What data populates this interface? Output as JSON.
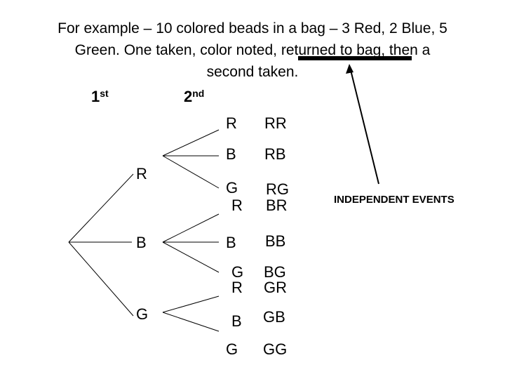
{
  "title": {
    "line1": "For example – 10 colored beads in a bag – 3 Red, 2 Blue, 5",
    "line2": "Green. One taken, color noted, returned to bag, then a",
    "line3": "second taken."
  },
  "headers": {
    "first": "1",
    "first_sup": "st",
    "second": "2",
    "second_sup": "nd"
  },
  "first_draw": [
    "R",
    "B",
    "G"
  ],
  "second_draw": {
    "r": [
      "R",
      "B",
      "G",
      "R"
    ],
    "b": [
      "B",
      "G",
      "R"
    ],
    "g": [
      "B",
      "G"
    ]
  },
  "outcomes": {
    "r": [
      "RR",
      "RB",
      "RG",
      "BR"
    ],
    "b": [
      "BB",
      "BG",
      "GR"
    ],
    "g": [
      "GB",
      "GG"
    ]
  },
  "annotation": "INDEPENDENT EVENTS"
}
